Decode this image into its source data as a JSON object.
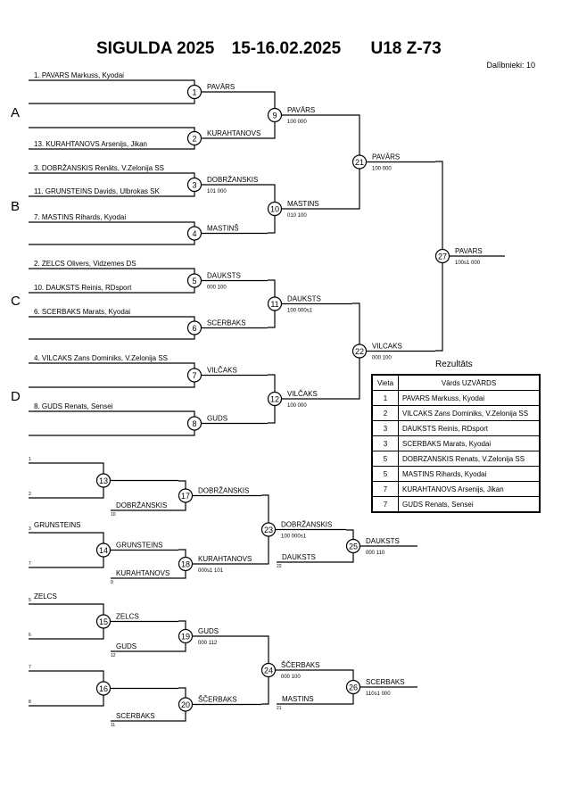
{
  "header": {
    "event": "SIGULDA 2025",
    "dates": "15-16.02.2025",
    "category": "U18 Z-73",
    "participants": "Dalībnieki: 10"
  },
  "pools": [
    "A",
    "B",
    "C",
    "D"
  ],
  "entries": [
    "1. PAVARS Markuss, Kyodai",
    "13. KURAHTANOVS Arsenijs, Jikan",
    "3. DOBRŽANSKIS Renāts, V.Zelonija SS",
    "11. GRUNSTEINS Davids, Ulbrokas SK",
    "7. MASTINS Rihards, Kyodai",
    "2. ZELCS Olivers, Vidzemes DS",
    "10. DAUKSTS Reinis, RDsport",
    "6. SCERBAKS Marats, Kyodai",
    "4. VILCAKS Zans Dominiks, V.Zelonija SS",
    "8. GUDS Renats, Sensei"
  ],
  "winners": {
    "w1": "PAVĀRS",
    "w2": "KURAHTANOVS",
    "w3": "DOBRŽANSKIS",
    "w4": "MASTINŠ",
    "w5": "DAUKSTS",
    "w6": "SCERBAKS",
    "w7": "VILČAKS",
    "w8": "GUDS",
    "w9": "PAVĀRS",
    "w10": "MASTINS",
    "w11": "DAUKSTS",
    "w12": "VILČAKS",
    "w21": "PAVĀRS",
    "w22": "VILCAKS",
    "w27": "PAVARS",
    "rp1": "GRUNSTEINS",
    "rp2": "ZELCS",
    "r13": "DOBRŽANSKIS",
    "r14": "GRUNSTEINS",
    "r15": "ZELCS",
    "r16": "GUDS",
    "r17": "DOBRŽANSKIS",
    "r18": "KURAHTANOVS",
    "r19": "GUDS",
    "r20": "ŠČERBAKS",
    "r23": "DOBRŽANSKIS",
    "r23b": "DAUKSTS",
    "r24": "ŠČERBAKS",
    "r24b": "MASTINS",
    "r25": "DAUKSTS",
    "r26": "SCERBAKS",
    "xk": "KURAHTANOVS",
    "xs": "SCERBAKS"
  },
  "scores": {
    "s3": "101   000",
    "s5": "000   100",
    "s9": "100   000",
    "s10": "010   100",
    "s11": "100   000s1",
    "s12": "100   000",
    "s21": "100   000",
    "s22": "000   100",
    "s27": "100s1   000",
    "s18": "000s1   101",
    "s19": "000   112",
    "s23": "100   000s1",
    "s24": "000   100",
    "s25": "000   110",
    "s26": "110s1   000"
  },
  "refs": {
    "a1": "1",
    "a2": "2",
    "a3": "3",
    "a4": "7",
    "a5": "5",
    "a6": "6",
    "a7": "7",
    "a8": "8",
    "c10": "10",
    "c9": "9",
    "c12": "12",
    "c11": "11",
    "c22": "22",
    "c21": "21"
  },
  "results": {
    "title": "Rezultāts",
    "col_place": "Vieta",
    "col_name": "Vārds UZVĀRDS",
    "rows": [
      {
        "place": "1",
        "name": "PAVARS Markuss, Kyodai"
      },
      {
        "place": "2",
        "name": "VILCAKS Zans Dominiks, V.Zelonija SS"
      },
      {
        "place": "3",
        "name": "DAUKSTS Reinis, RDsport"
      },
      {
        "place": "3",
        "name": "SCERBAKS Marats, Kyodai"
      },
      {
        "place": "5",
        "name": "DOBRZANSKIS Renats, V.Zelonija SS"
      },
      {
        "place": "5",
        "name": "MASTINS Rihards, Kyodai"
      },
      {
        "place": "7",
        "name": "KURAHTANOVS Arsenijs, Jikan"
      },
      {
        "place": "7",
        "name": "GUDS Renats, Sensei"
      }
    ]
  }
}
